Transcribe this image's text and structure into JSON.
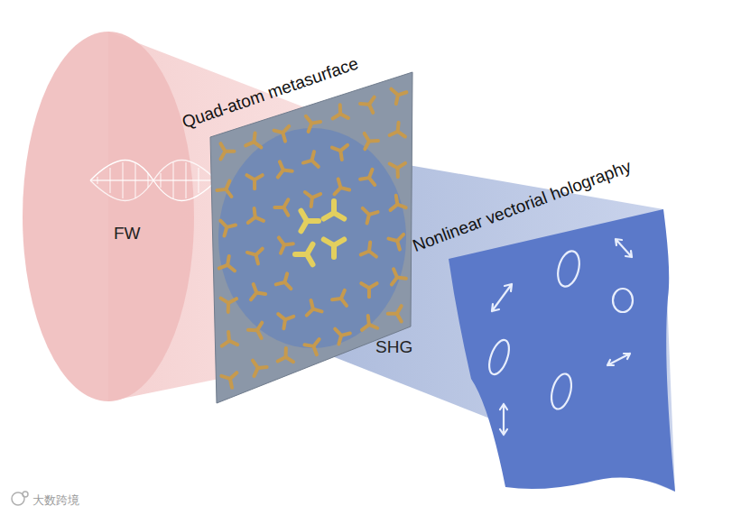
{
  "diagram": {
    "labels": [
      "Quad-atom metasurface",
      "Nonlinear vectorial holography",
      "FW",
      "SHG",
      "大数跨境"
    ]
  }
}
